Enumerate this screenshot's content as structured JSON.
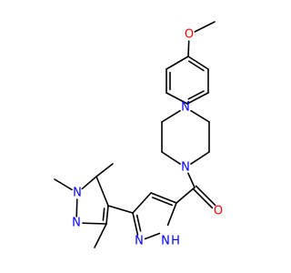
{
  "molecule": {
    "atoms": {
      "o_methoxy": "O",
      "n_piperazine_top": "N",
      "n_piperazine_bottom": "N",
      "o_carbonyl": "O",
      "n_pyrazole_a": "N",
      "nh_pyrazole_a": "N",
      "h_pyrazole_a": "H",
      "n_pyrazole_b_methyl": "N",
      "n_pyrazole_b": "N"
    }
  },
  "colors": {
    "bond": "#000000",
    "oxygen": "#ff0000",
    "nitrogen": "#0000ff"
  }
}
